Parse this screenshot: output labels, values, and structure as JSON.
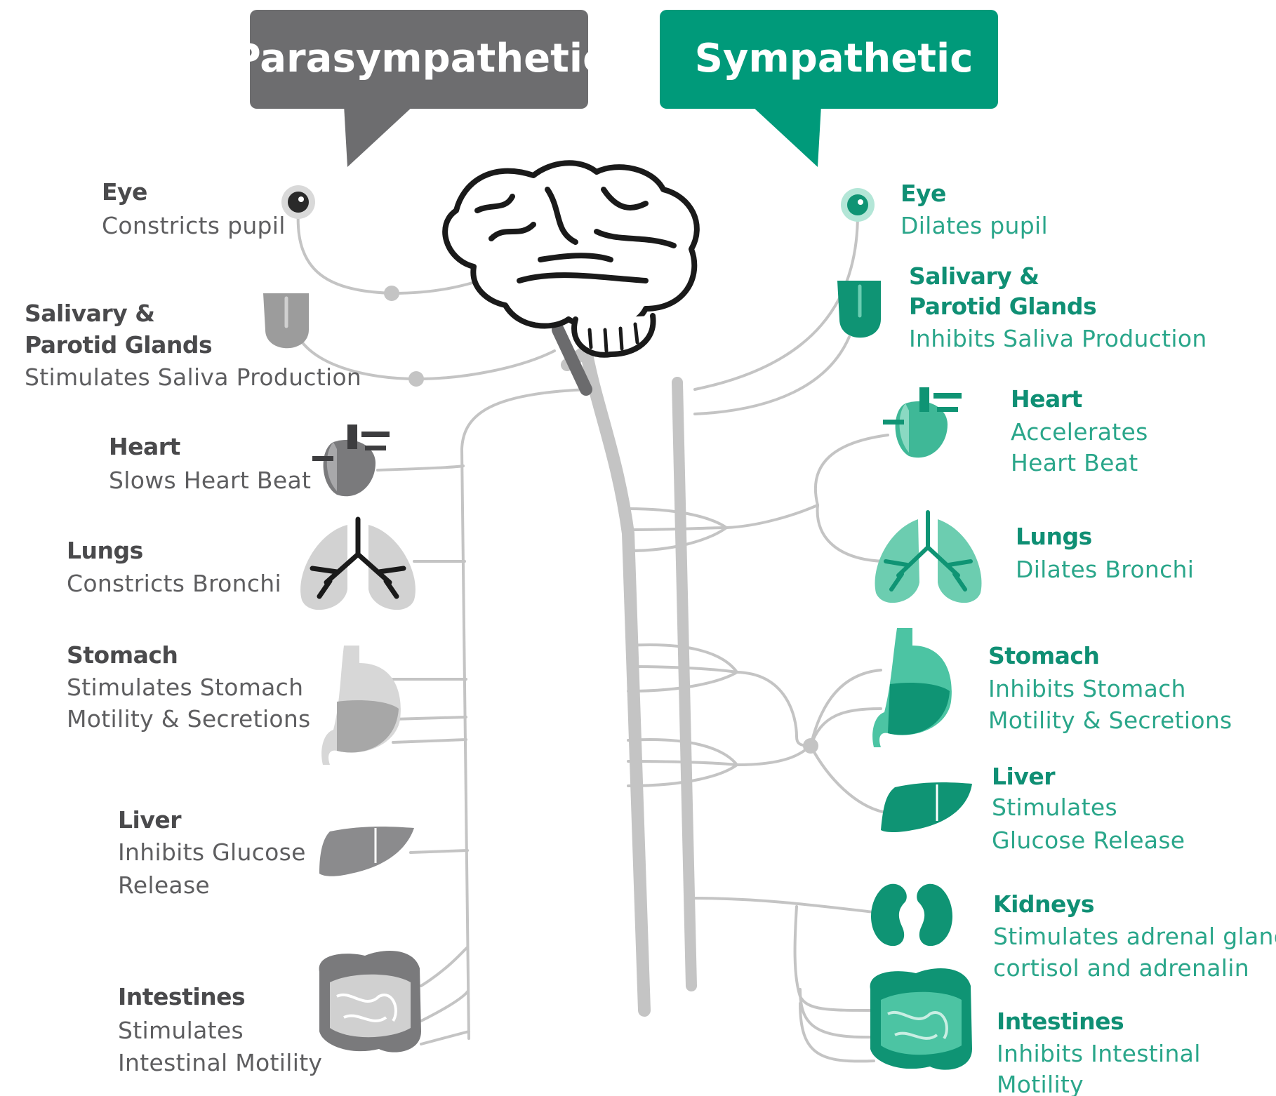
{
  "colors": {
    "parasympathetic": "#6d6d6f",
    "sympathetic": "#009a7a",
    "nerve": "#c4c4c4",
    "organ_gray_dark": "#7a7a7c",
    "organ_gray_light": "#cfcfcf",
    "organ_green_dark": "#0c9a78",
    "organ_green_light": "#5cc9aa"
  },
  "headers": {
    "parasympathetic": "Parasympathetic",
    "sympathetic": "Sympathetic"
  },
  "parasympathetic": {
    "eye": {
      "name": "Eye",
      "desc": [
        "Constricts pupil"
      ],
      "icon": "eye-icon"
    },
    "salivary": {
      "name": [
        "Salivary &",
        "Parotid Glands"
      ],
      "desc": [
        "Stimulates Saliva Production"
      ],
      "icon": "tongue-icon"
    },
    "heart": {
      "name": "Heart",
      "desc": [
        "Slows Heart Beat"
      ],
      "icon": "heart-icon"
    },
    "lungs": {
      "name": "Lungs",
      "desc": [
        "Constricts Bronchi"
      ],
      "icon": "lungs-icon"
    },
    "stomach": {
      "name": "Stomach",
      "desc": [
        "Stimulates Stomach",
        "Motility & Secretions"
      ],
      "icon": "stomach-icon"
    },
    "liver": {
      "name": "Liver",
      "desc": [
        "Inhibits Glucose",
        "Release"
      ],
      "icon": "liver-icon"
    },
    "intestines": {
      "name": "Intestines",
      "desc": [
        "Stimulates",
        "Intestinal Motility"
      ],
      "icon": "intestines-icon"
    }
  },
  "sympathetic": {
    "eye": {
      "name": "Eye",
      "desc": [
        "Dilates pupil"
      ],
      "icon": "eye-icon"
    },
    "salivary": {
      "name": [
        "Salivary &",
        "Parotid Glands"
      ],
      "desc": [
        "Inhibits Saliva Production"
      ],
      "icon": "tongue-icon"
    },
    "heart": {
      "name": "Heart",
      "desc": [
        "Accelerates",
        "Heart Beat"
      ],
      "icon": "heart-icon"
    },
    "lungs": {
      "name": "Lungs",
      "desc": [
        "Dilates Bronchi"
      ],
      "icon": "lungs-icon"
    },
    "stomach": {
      "name": "Stomach",
      "desc": [
        "Inhibits Stomach",
        "Motility & Secretions"
      ],
      "icon": "stomach-icon"
    },
    "liver": {
      "name": "Liver",
      "desc": [
        "Stimulates",
        "Glucose Release"
      ],
      "icon": "liver-icon"
    },
    "kidneys": {
      "name": "Kidneys",
      "desc": [
        "Stimulates adrenal gland,",
        "cortisol and adrenalin"
      ],
      "icon": "kidneys-icon"
    },
    "intestines": {
      "name": "Intestines",
      "desc": [
        "Inhibits Intestinal",
        "Motility"
      ],
      "icon": "intestines-icon"
    }
  },
  "center": {
    "icon": "brain-icon",
    "spine_icon": "spinal-cord-icon"
  }
}
